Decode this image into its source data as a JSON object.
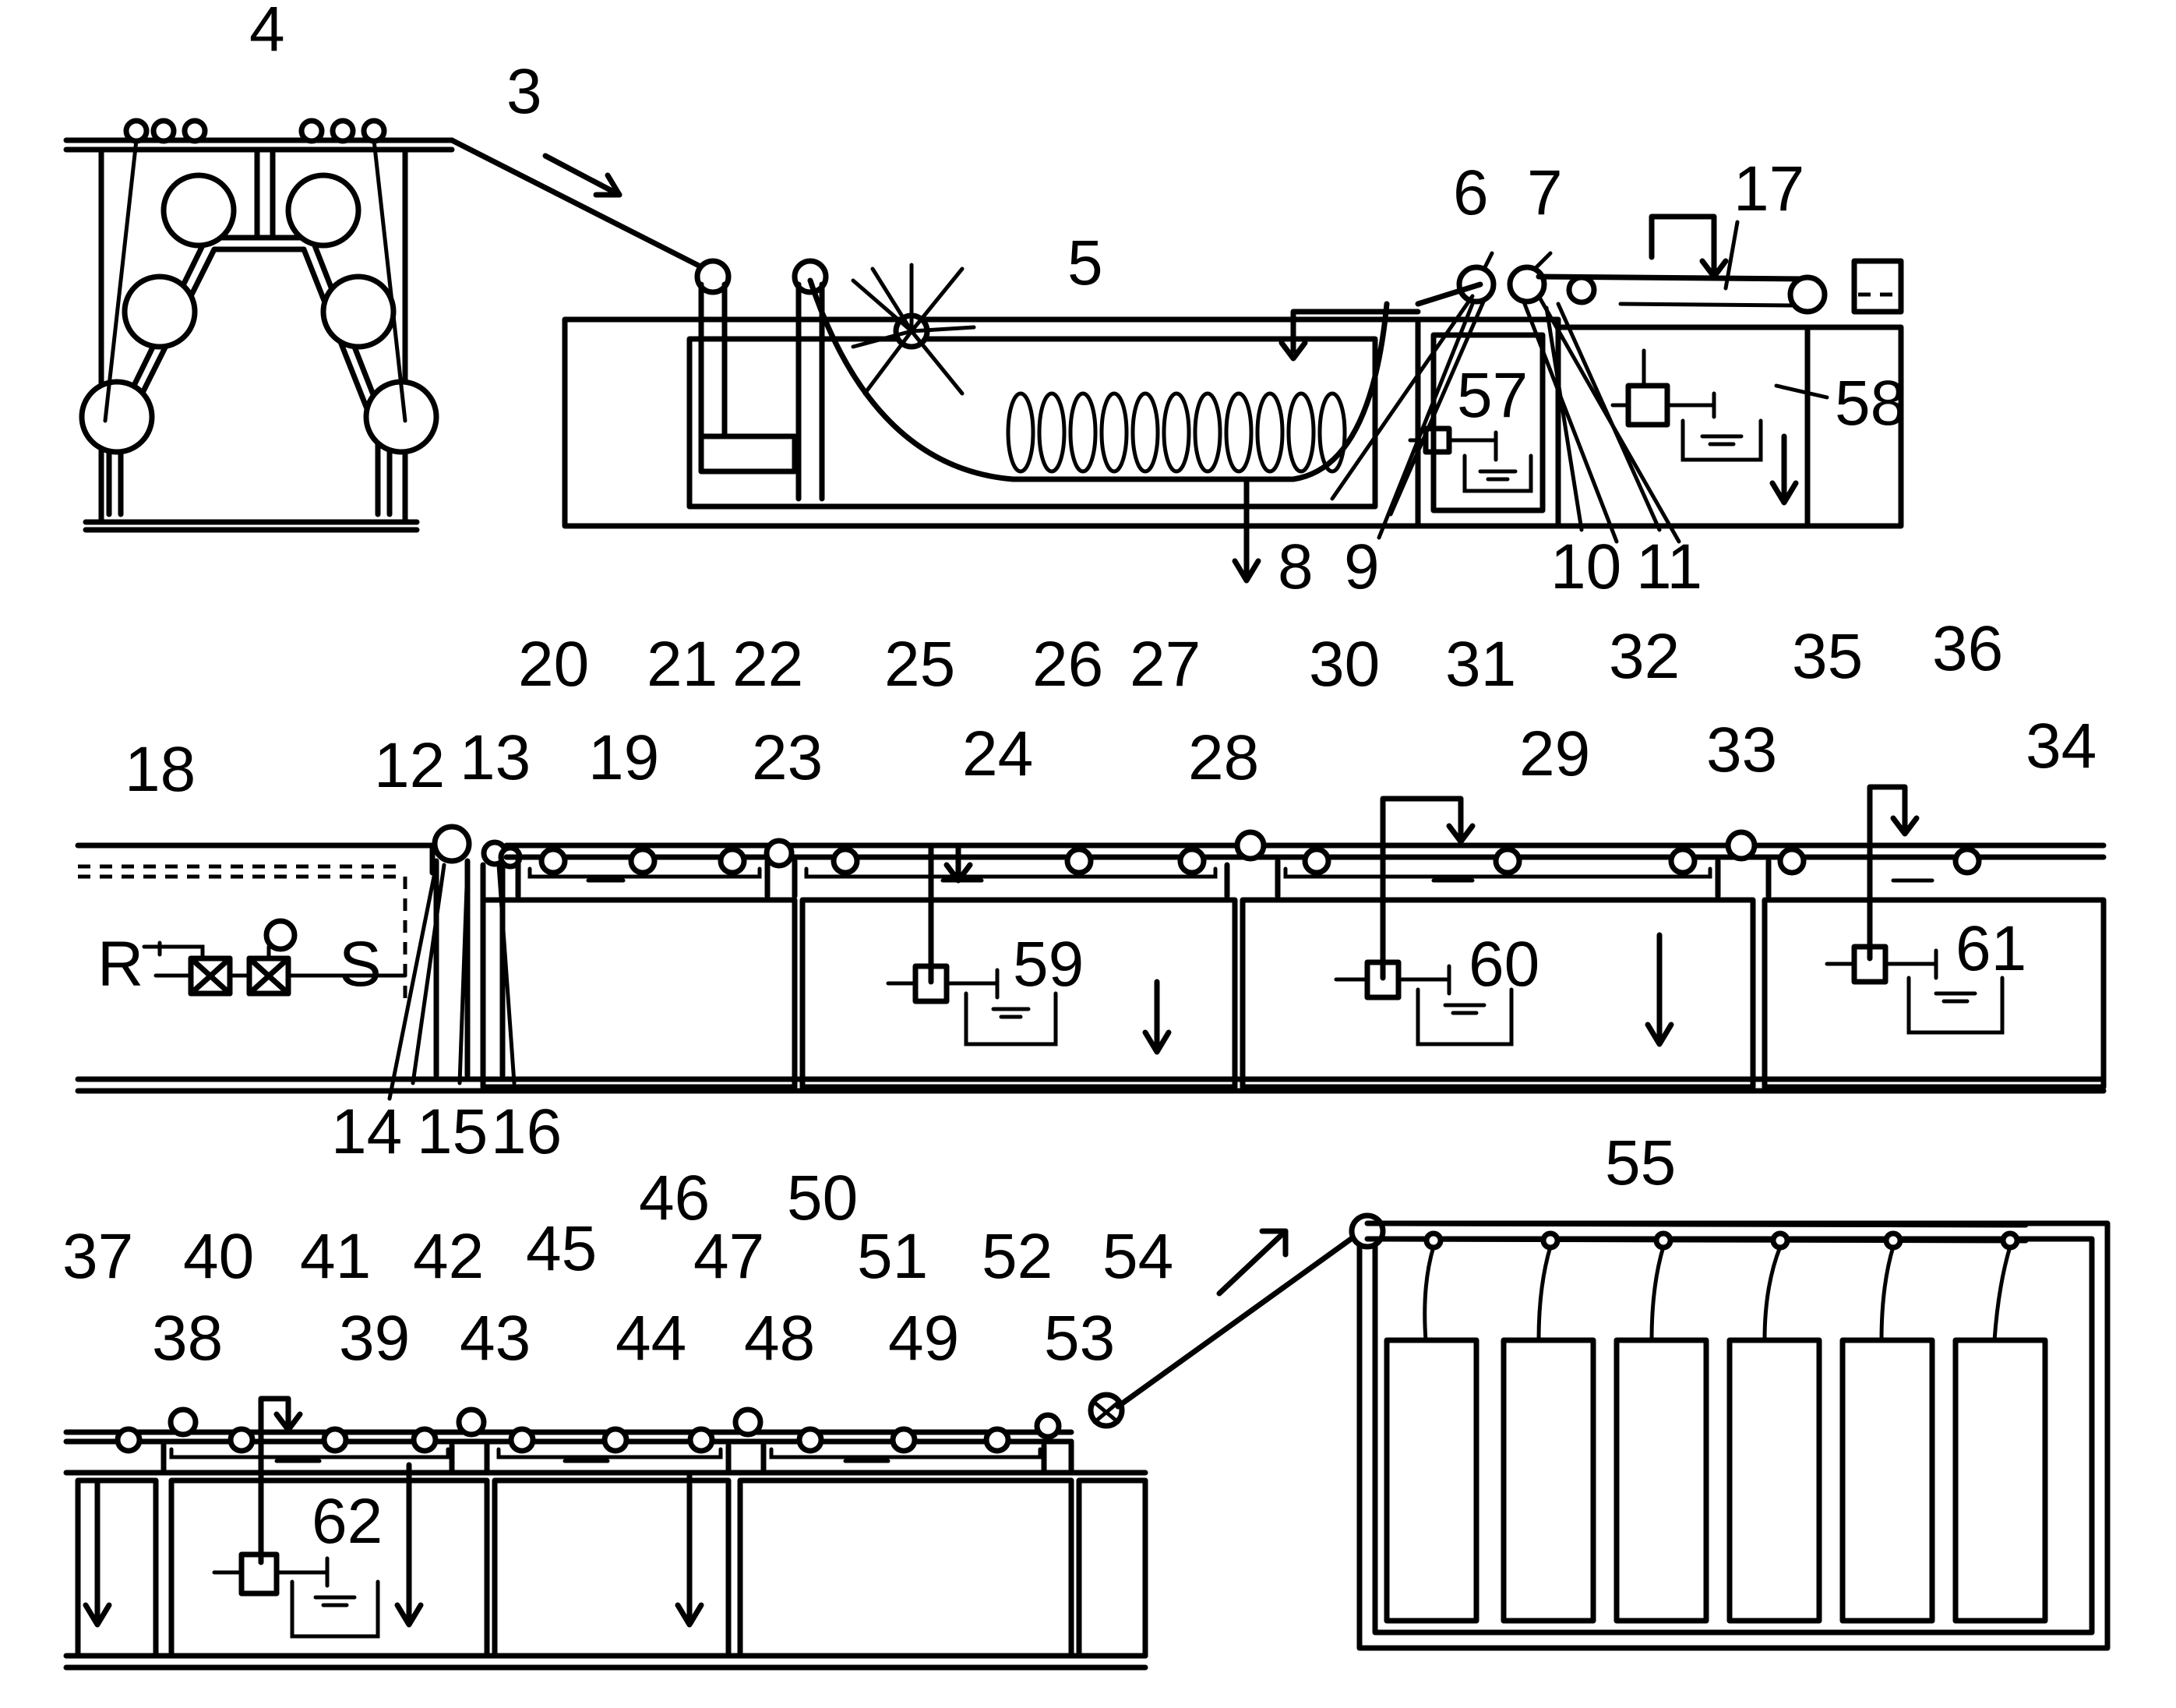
{
  "labels": {
    "l4": "4",
    "l3": "3",
    "l5": "5",
    "l6": "6",
    "l7": "7",
    "l17": "17",
    "l57": "57",
    "l58": "58",
    "l8": "8",
    "l9": "9",
    "l10": "10",
    "l11": "11",
    "l20": "20",
    "l21": "21",
    "l22": "22",
    "l25": "25",
    "l26": "26",
    "l27": "27",
    "l30": "30",
    "l31": "31",
    "l32": "32",
    "l35": "35",
    "l36": "36",
    "l18": "18",
    "l12": "12",
    "l13": "13",
    "l19": "19",
    "l23": "23",
    "l24": "24",
    "l28": "28",
    "l29": "29",
    "l33": "33",
    "l34": "34",
    "lR": "R",
    "lS": "S",
    "l59": "59",
    "l60": "60",
    "l61": "61",
    "l14": "14",
    "l15": "15",
    "l16": "16",
    "l55": "55",
    "l46": "46",
    "l50": "50",
    "l37": "37",
    "l40": "40",
    "l41": "41",
    "l42": "42",
    "l45": "45",
    "l47": "47",
    "l51": "51",
    "l52": "52",
    "l54": "54",
    "l38": "38",
    "l39": "39",
    "l43": "43",
    "l44": "44",
    "l48": "48",
    "l49": "49",
    "l53": "53",
    "l62": "62"
  }
}
